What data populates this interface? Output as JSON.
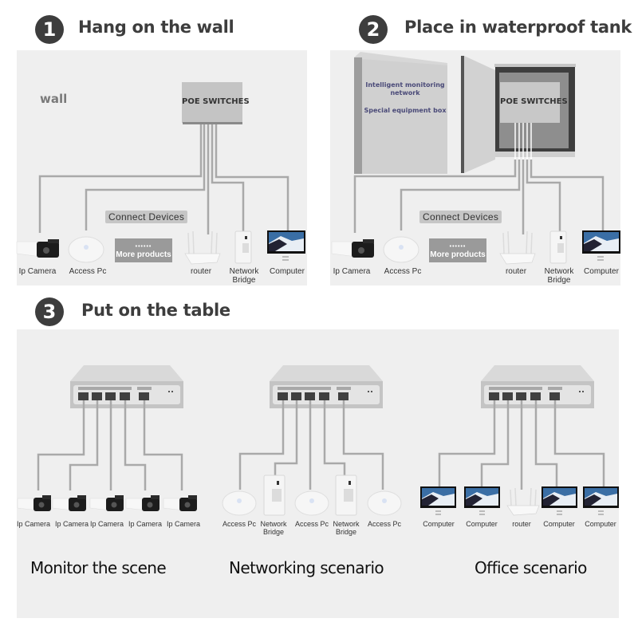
{
  "sections": [
    {
      "number": "1",
      "title": "Hang on the wall"
    },
    {
      "number": "2",
      "title": "Place in waterproof tank"
    },
    {
      "number": "3",
      "title": "Put on the table"
    }
  ],
  "wall_section": {
    "wall_label": "wall",
    "switch_label": "POE SWITCHES",
    "connect_label": "Connect  Devices",
    "more_products_dots": "••••••",
    "more_products_label": "More products",
    "devices": [
      "Ip Camera",
      "Access Pc",
      "router",
      "Network Bridge",
      "Computer"
    ]
  },
  "tank_section": {
    "box_line1": "Intelligent monitoring",
    "box_line2": "network",
    "box_line3": "Special equipment box",
    "switch_label": "POE SWITCHES",
    "connect_label": "Connect  Devices",
    "more_products_dots": "••••••",
    "more_products_label": "More products",
    "devices": [
      "Ip Camera",
      "Access Pc",
      "router",
      "Network Bridge",
      "Computer"
    ]
  },
  "table_section": {
    "scenarios": [
      {
        "name": "Monitor the scene",
        "devices": [
          "Ip Camera",
          "Ip Camera",
          "Ip Camera",
          "Ip Camera",
          "Ip Camera"
        ]
      },
      {
        "name": "Networking scenario",
        "devices": [
          "Access Pc",
          "Network Bridge",
          "Access Pc",
          "Network Bridge",
          "Access Pc"
        ]
      },
      {
        "name": "Office scenario",
        "devices": [
          "Computer",
          "Computer",
          "router",
          "Computer",
          "Computer"
        ]
      }
    ]
  },
  "colors": {
    "badge": "#3d3d3d",
    "panel": "#efefef",
    "cable": "#a9a9a9",
    "switch_body": "#c4c4c4"
  }
}
